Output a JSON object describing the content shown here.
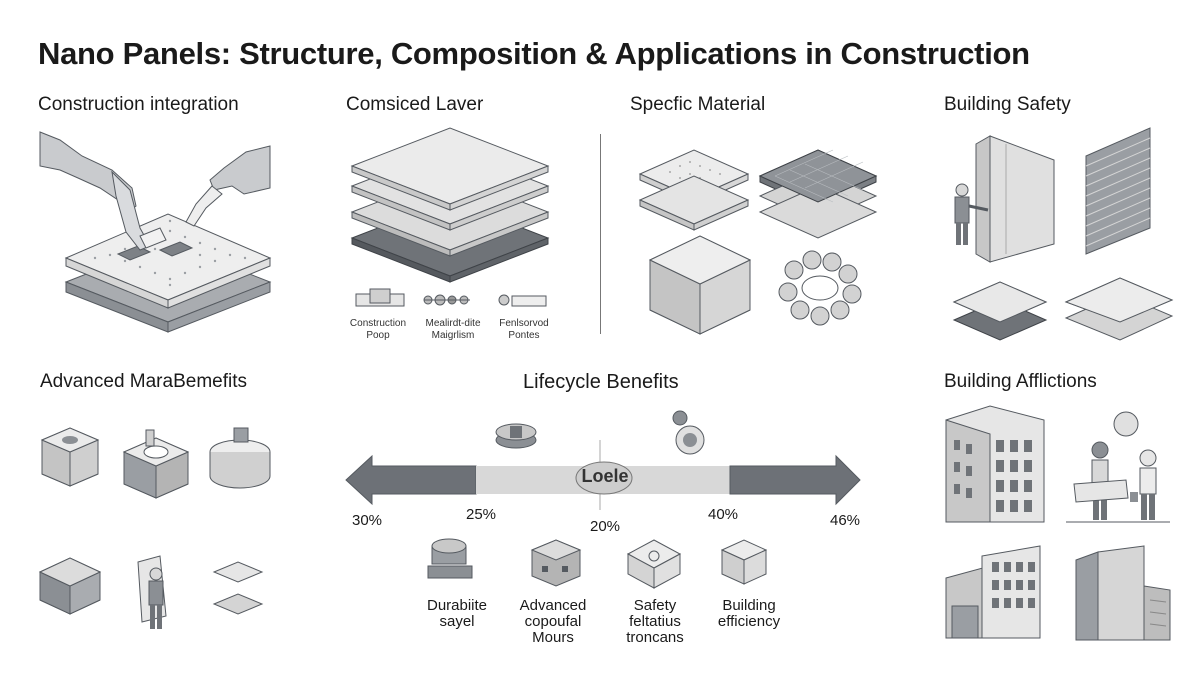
{
  "title": "Nano Panels: Structure, Composition & Applications in Construction",
  "sections": {
    "construction_integration": "Construction integration",
    "comsiced_layer": "Comsiced Laver",
    "specific_material": "Specfic Material",
    "building_safety": "Building Safety",
    "advanced_benefits": "Advanced MaraBemefits",
    "lifecycle_benefits": "Lifecycle Benefits",
    "building_afflictions": "Building Afflictions"
  },
  "layer_items": [
    {
      "line1": "Construction",
      "line2": "Poop"
    },
    {
      "line1": "Mealirdt-dite",
      "line2": "Maigrlism"
    },
    {
      "line1": "Fenlsorvod",
      "line2": "Pontes"
    }
  ],
  "lifecycle": {
    "center_label": "Loele",
    "percentages": [
      "30%",
      "25%",
      "20%",
      "40%",
      "46%"
    ]
  },
  "benefits": [
    {
      "line1": "Durabiite",
      "line2": "sayel",
      "line3": ""
    },
    {
      "line1": "Advanced",
      "line2": "copoufal",
      "line3": "Mours"
    },
    {
      "line1": "Safety",
      "line2": "feltatius",
      "line3": "troncans"
    },
    {
      "line1": "Building",
      "line2": "efficiency",
      "line3": ""
    }
  ],
  "colors": {
    "panel_light": "#e9e9e9",
    "panel_mid": "#c8c8c8",
    "panel_dark": "#6f7378",
    "outline": "#555a60",
    "arrow": "#6d7177"
  }
}
